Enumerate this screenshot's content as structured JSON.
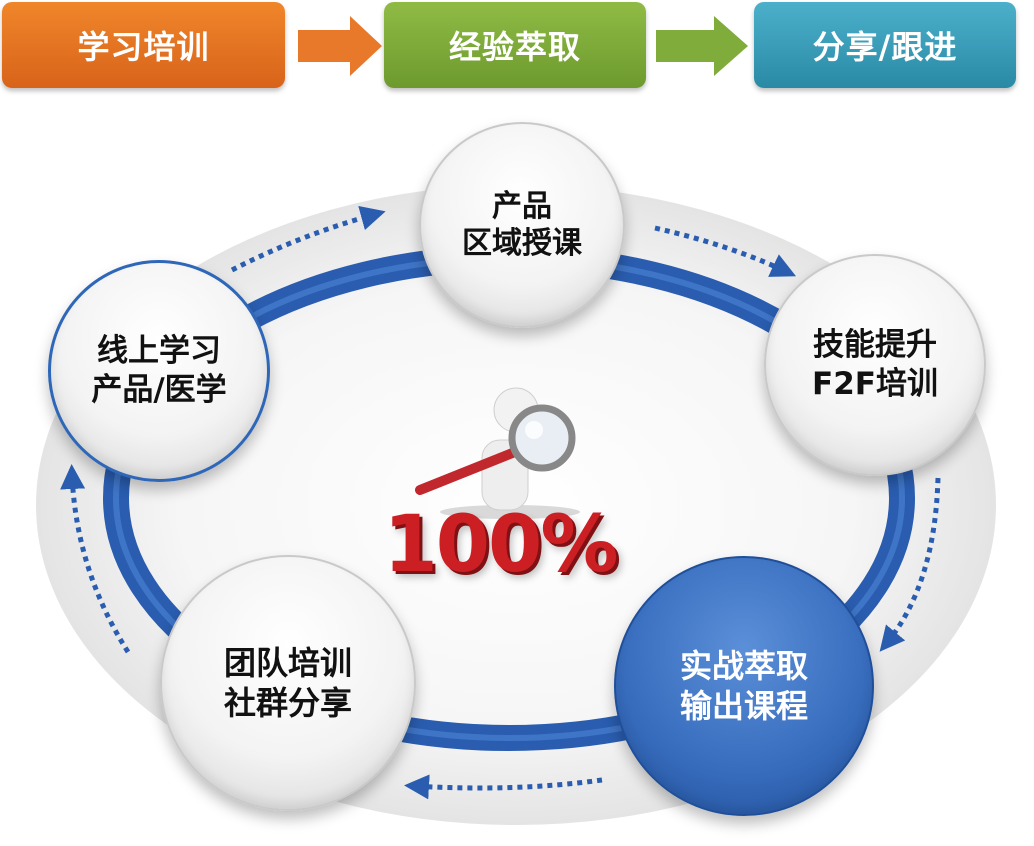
{
  "steps": [
    {
      "label": "学习培训",
      "color": "#e8792a"
    },
    {
      "label": "经验萃取",
      "color": "#7fac3b"
    },
    {
      "label": "分享/跟进",
      "color": "#3aa0bd"
    }
  ],
  "cycle_nodes": {
    "top": {
      "line1": "产品",
      "line2": "区域授课"
    },
    "right": {
      "line1": "技能提升",
      "line2": "F2F培训"
    },
    "bottom_right": {
      "line1": "实战萃取",
      "line2": "输出课程",
      "color": "#3a6fc0"
    },
    "bottom_left": {
      "line1": "团队培训",
      "line2": "社群分享"
    },
    "left": {
      "line1": "线上学习",
      "line2": "产品/医学"
    }
  },
  "center": {
    "text": "100%",
    "color": "#cc1f24"
  },
  "ring_color": "#2a5db0"
}
